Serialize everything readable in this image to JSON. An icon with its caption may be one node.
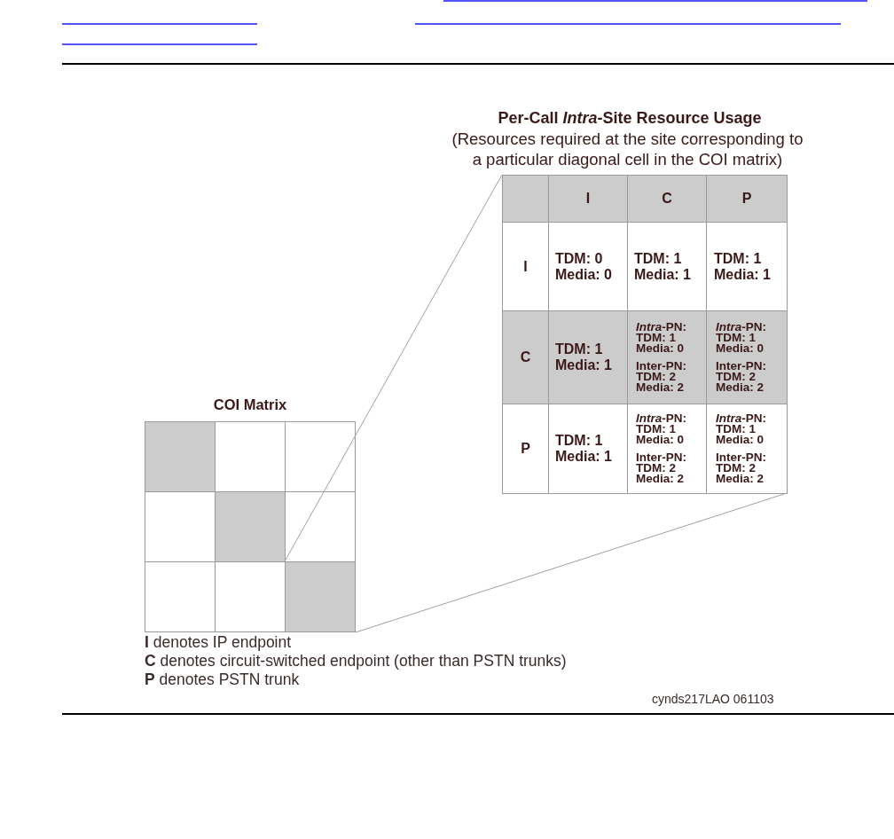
{
  "diagram": {
    "nodes": [
      {
        "text": [
          "COI Matrix"
        ]
      },
      {
        "text": [],
        "shape": "box",
        "in": 0
      },
      {
        "text": [],
        "shape": "box",
        "in": 0
      },
      {
        "text": [],
        "shape": "box",
        "in": 0
      },
      {
        "text": [
          "Per-Call *Intra*-Site Resource Usage",
          "(Resources required at the site corresponding to a particular diagonal cell in the COI matrix)"
        ]
      }
    ],
    "edges": [
      {
        "from": 3,
        "to": 4,
        "arrow": "none"
      },
      {
        "from": 3,
        "to": 4,
        "arrow": "none"
      }
    ],
    "labels": [
      "I",
      "C",
      "P",
      "I",
      "TDM: 0 Media: 0",
      "TDM: 1 Media: 1",
      "TDM: 1 Media: 1",
      "C",
      "TDM: 1 Media: 1",
      "*Intra*-PN: TDM: 1 Media: 0",
      "Inter-PN: TDM: 2 Media: 2",
      "*Intra*-PN: TDM: 1 Media: 0",
      "Inter-PN: TDM: 2 Media: 2",
      "P",
      "TDM: 1 Media: 1",
      "*Intra*-PN: TDM: 1 Media: 0",
      "Inter-PN: TDM: 2 Media: 2",
      "*Intra*-PN: TDM: 1 Media: 0",
      "Inter-PN: TDM: 2 Media: 2",
      "**I** denotes IP endpoint",
      "**C** denotes circuit-switched endpoint (other than PSTN trunks)",
      "**P** denotes PSTN trunk",
      "cynds217LAO 061103"
    ]
  }
}
